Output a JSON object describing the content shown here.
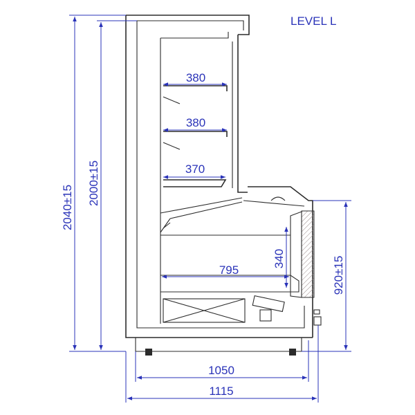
{
  "title": "LEVEL L",
  "dimensions": {
    "total_height": "2040±15",
    "inner_height": "2000±15",
    "shelf_1": "380",
    "shelf_2": "380",
    "shelf_3": "370",
    "base_depth": "795",
    "base_height": "340",
    "front_height": "920±15",
    "depth_inner": "1050",
    "depth_total": "1115"
  },
  "colors": {
    "dimension": "#2a33b8",
    "outline": "#2b2b2b"
  }
}
